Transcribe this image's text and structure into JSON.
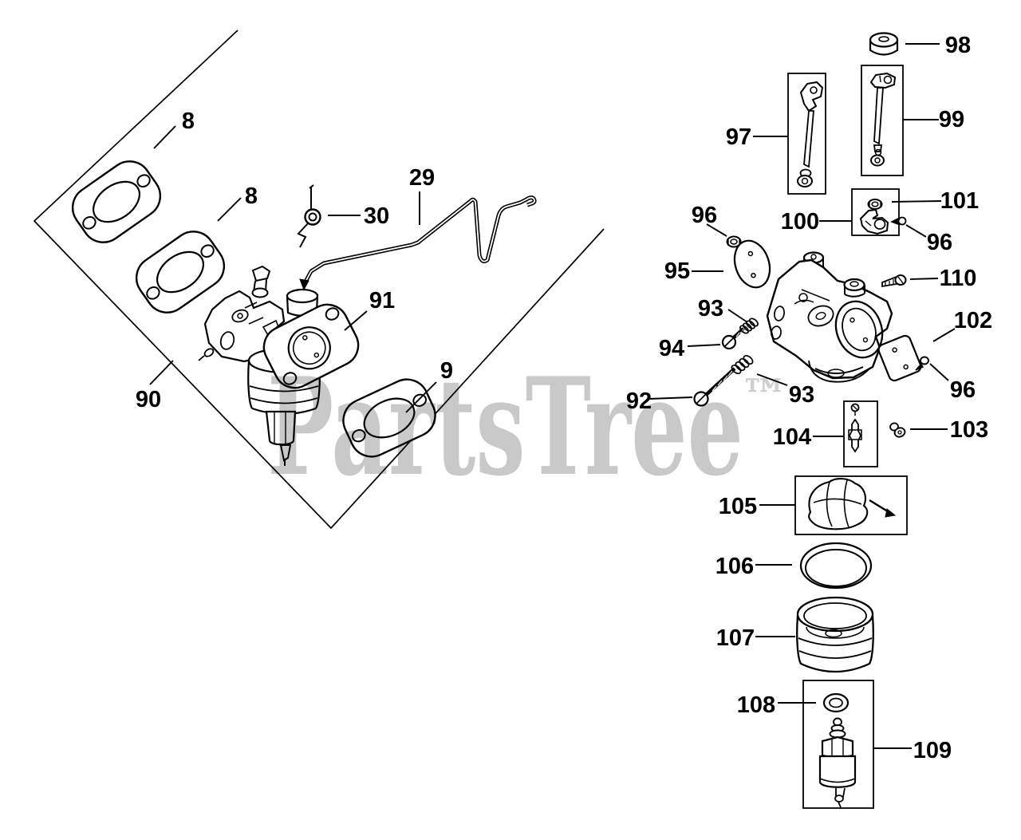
{
  "watermark": {
    "text": "PartsTree",
    "tm": "™",
    "color": "#c9c9c9"
  },
  "colors": {
    "line": "#000000",
    "label": "#000000",
    "background": "#ffffff"
  },
  "callouts": [
    {
      "id": "8-a",
      "part": "8"
    },
    {
      "id": "8-b",
      "part": "8"
    },
    {
      "id": "9",
      "part": "9"
    },
    {
      "id": "29",
      "part": "29"
    },
    {
      "id": "30",
      "part": "30"
    },
    {
      "id": "90",
      "part": "90"
    },
    {
      "id": "91",
      "part": "91"
    },
    {
      "id": "92",
      "part": "92"
    },
    {
      "id": "93-a",
      "part": "93"
    },
    {
      "id": "93-b",
      "part": "93"
    },
    {
      "id": "94",
      "part": "94"
    },
    {
      "id": "95",
      "part": "95"
    },
    {
      "id": "96-a",
      "part": "96"
    },
    {
      "id": "96-b",
      "part": "96"
    },
    {
      "id": "96-c",
      "part": "96"
    },
    {
      "id": "97",
      "part": "97"
    },
    {
      "id": "98",
      "part": "98"
    },
    {
      "id": "99",
      "part": "99"
    },
    {
      "id": "100",
      "part": "100"
    },
    {
      "id": "101",
      "part": "101"
    },
    {
      "id": "102",
      "part": "102"
    },
    {
      "id": "103",
      "part": "103"
    },
    {
      "id": "104",
      "part": "104"
    },
    {
      "id": "105",
      "part": "105"
    },
    {
      "id": "106",
      "part": "106"
    },
    {
      "id": "107",
      "part": "107"
    },
    {
      "id": "108",
      "part": "108"
    },
    {
      "id": "109",
      "part": "109"
    },
    {
      "id": "110",
      "part": "110"
    }
  ]
}
